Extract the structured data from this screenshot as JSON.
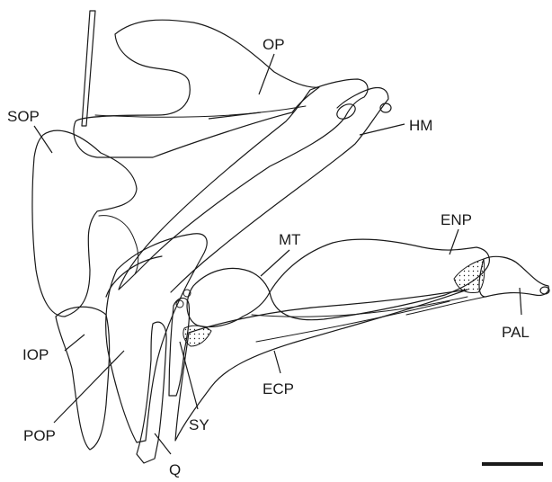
{
  "labels": {
    "op": "OP",
    "sop": "SOP",
    "hm": "HM",
    "enp": "ENP",
    "mt": "MT",
    "iop": "IOP",
    "pal": "PAL",
    "ecp": "ECP",
    "sy": "SY",
    "pop": "POP",
    "q": "Q"
  }
}
